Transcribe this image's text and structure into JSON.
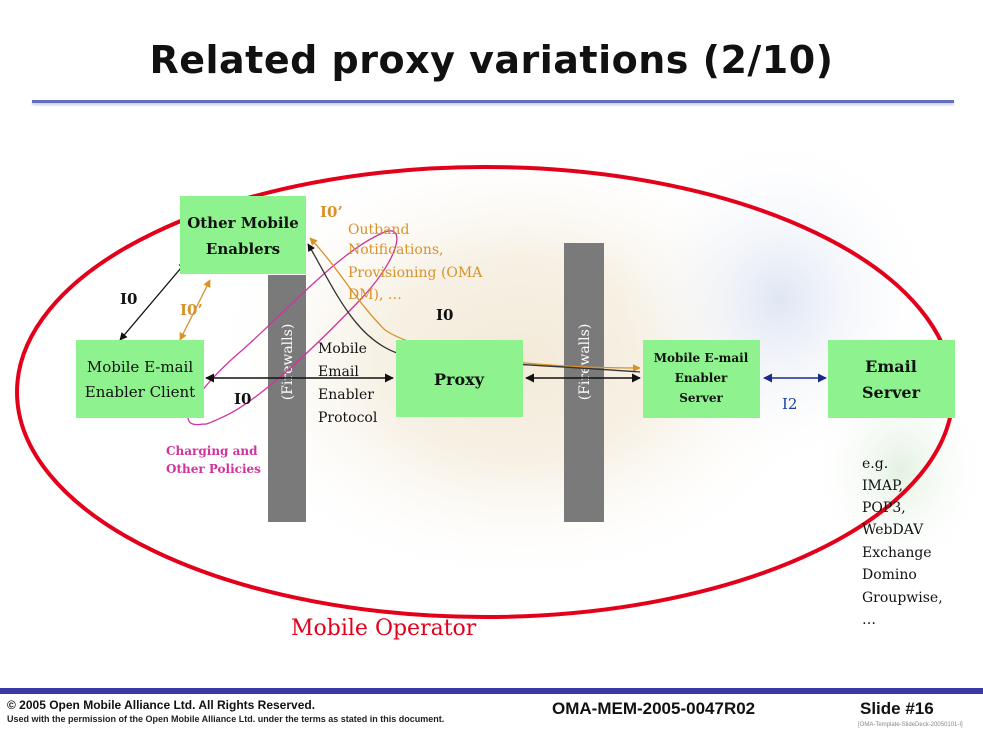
{
  "slide": {
    "title": "Related proxy variations (2/10)"
  },
  "diagram": {
    "boxes": {
      "other_enablers": [
        "Other Mobile",
        "Enablers"
      ],
      "client": [
        "Mobile E-mail",
        "Enabler Client"
      ],
      "proxy": "Proxy",
      "enabler_server": [
        "Mobile E-mail",
        "Enabler",
        "Server"
      ],
      "email_server": [
        "Email",
        "Server"
      ]
    },
    "firewall_label": "(Firewalls)",
    "interfaces": {
      "i0": "I0",
      "i0_prime": "I0’",
      "i2": "I2"
    },
    "protocol_label": [
      "Mobile",
      "Email",
      "Enabler",
      "Protocol"
    ],
    "outband_label": [
      "Outband",
      "Notifications,",
      "Provisioning (OMA",
      "DM), …"
    ],
    "charging_label": [
      "Charging and",
      "Other Policies"
    ],
    "operator_label": "Mobile Operator",
    "examples": [
      "e.g.",
      "IMAP,",
      "POP3,",
      "WebDAV",
      "Exchange",
      "Domino",
      "Groupwise,",
      "…"
    ],
    "colors": {
      "box_fill": "#8ef28e",
      "firewall": "#7a7a7a",
      "operator_ellipse": "#e3001b",
      "orange_link": "#d8922a",
      "pink_link": "#d0339e",
      "arrow": "#111111",
      "i2_label": "#1a3ea8",
      "i2_arrow": "#1a2a8a"
    }
  },
  "footer": {
    "copyright": "© 2005 Open Mobile Alliance Ltd.  All Rights Reserved.",
    "permission": "Used with the permission of the Open Mobile Alliance Ltd. under the terms as stated in this document.",
    "doc_id": "OMA-MEM-2005-0047R02",
    "slide_number": "Slide #16",
    "template_ref": "[OMA-Template-SlideDeck-20050101-I]"
  }
}
